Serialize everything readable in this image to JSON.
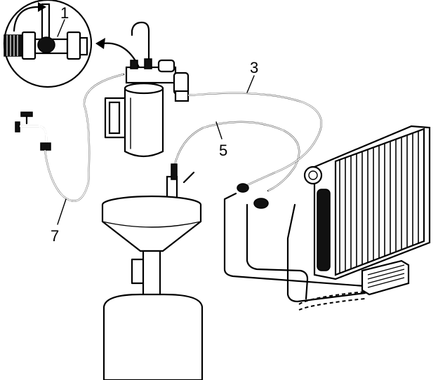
{
  "labels": {
    "callout_1": "1",
    "callout_3": "3",
    "callout_5": "5",
    "callout_7": "7"
  },
  "colors": {
    "line": "#000000",
    "background": "#ffffff"
  }
}
